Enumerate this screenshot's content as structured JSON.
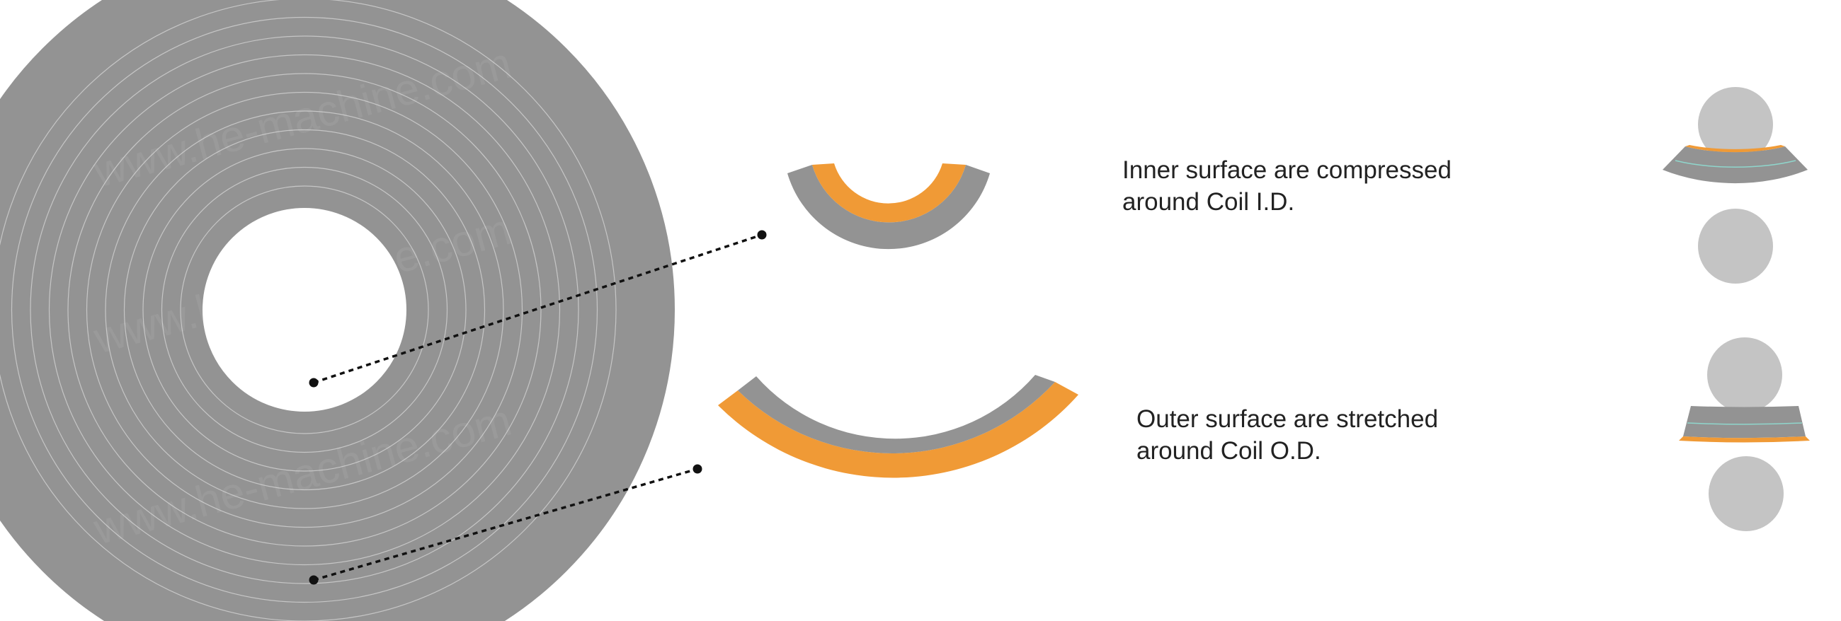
{
  "captions": {
    "inner": {
      "line1": "Inner surface are compressed",
      "line2": "around Coil I.D."
    },
    "outer": {
      "line1": "Outer surface are stretched",
      "line2": "around Coil O.D."
    }
  },
  "watermark_text": "www.he-machine.com",
  "colors": {
    "strip": "#939393",
    "highlight": "#f09a36",
    "roller": "#c4c4c4",
    "ring_line": "#c6c6c6",
    "neutral_axis": "#8fd6cc",
    "leader": "#111111",
    "text": "#222222"
  }
}
